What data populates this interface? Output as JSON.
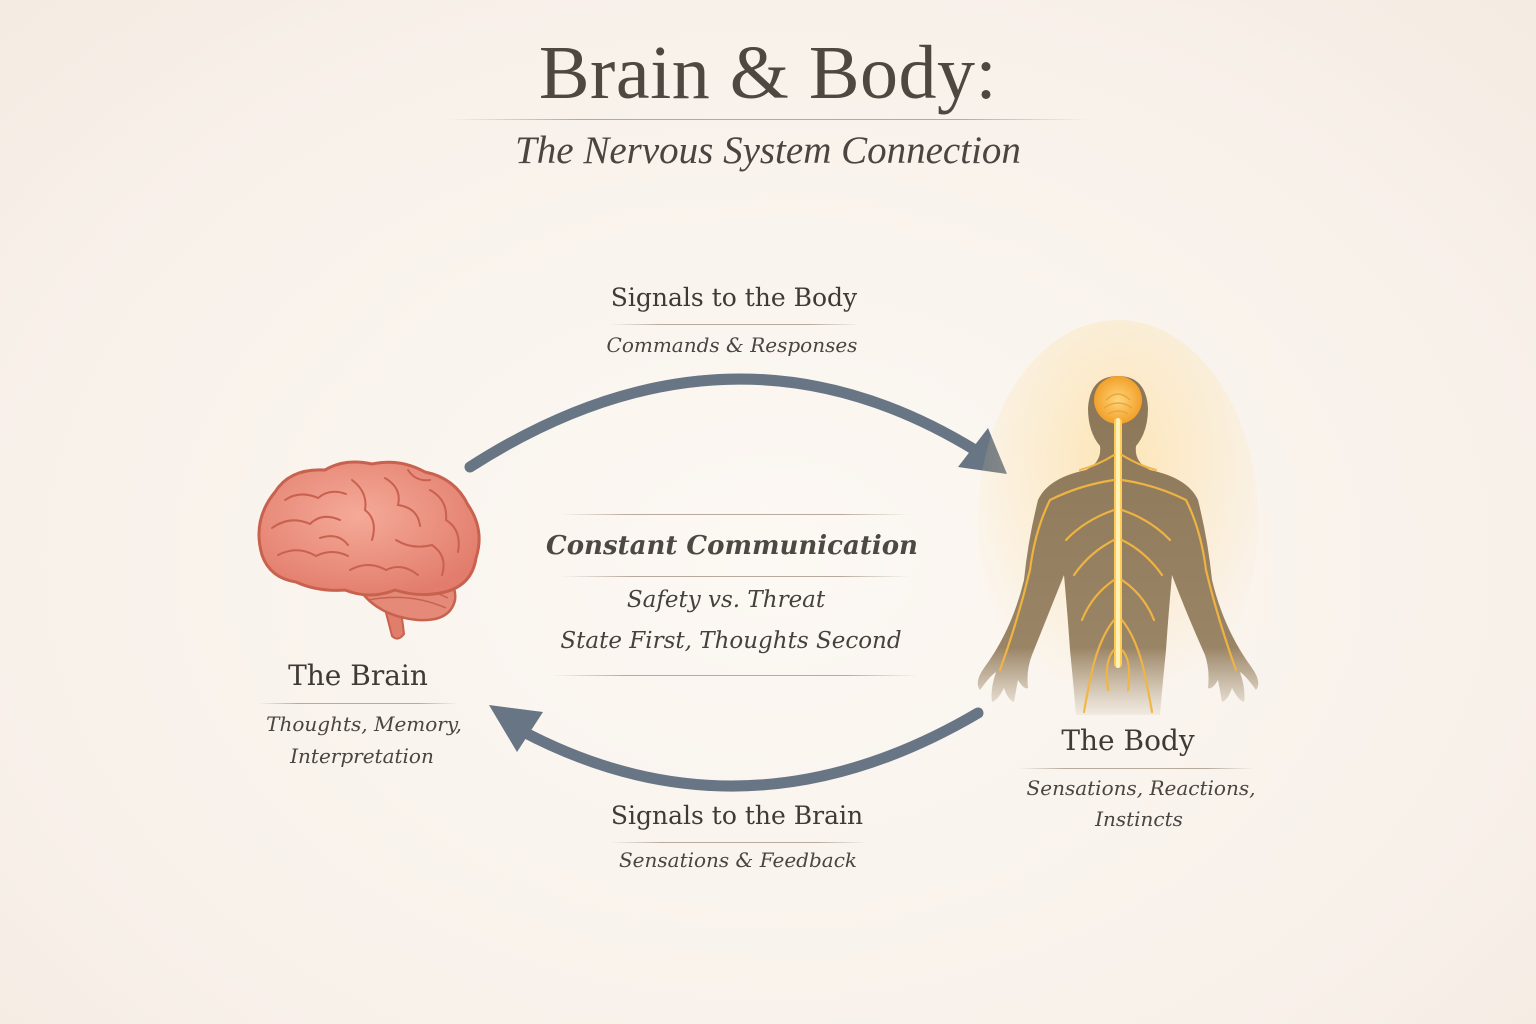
{
  "title": "Brain & Body:",
  "subtitle": "The Nervous System Connection",
  "top_arrow": {
    "label": "Signals to the Body",
    "sublabel": "Commands & Responses"
  },
  "bottom_arrow": {
    "label": "Signals to the Brain",
    "sublabel": "Sensations & Feedback"
  },
  "center": {
    "title": "Constant Communication",
    "lines": [
      "Safety vs. Threat",
      "State First, Thoughts Second"
    ]
  },
  "brain": {
    "label": "The Brain",
    "desc_lines": [
      "Thoughts, Memory,",
      "Interpretation"
    ]
  },
  "body": {
    "label": "The Body",
    "desc_lines": [
      "Sensations, Reactions,",
      "Instincts"
    ]
  },
  "colors": {
    "background": "#f8f1ea",
    "arrow": "#687585",
    "brain": "#e9877b",
    "body": "#8f7a5f",
    "nerve": "#f3a533",
    "text": "#3f3b37"
  }
}
